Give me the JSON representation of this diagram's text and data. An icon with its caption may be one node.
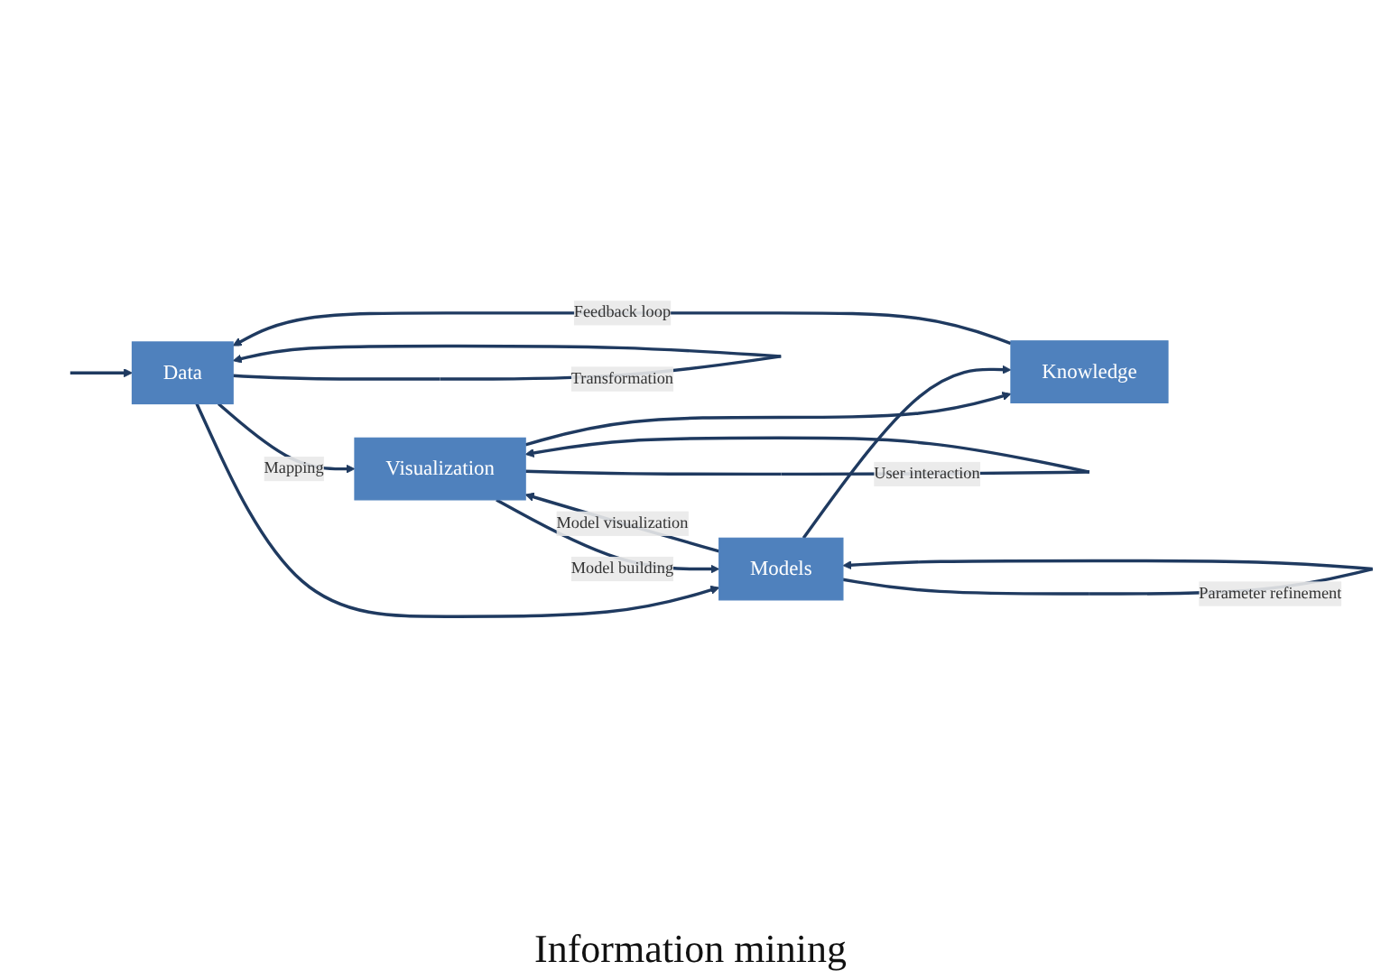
{
  "diagram": {
    "nodes": [
      {
        "text": [
          "Data"
        ]
      },
      {
        "text": [
          "Visualization"
        ]
      },
      {
        "text": [
          "Models"
        ]
      },
      {
        "text": [
          "Knowledge"
        ]
      }
    ],
    "edges": [
      {
        "from": null,
        "to": 0,
        "arrow": "to"
      },
      {
        "from": 0,
        "to": 1,
        "arrow": "to",
        "label": "Mapping"
      },
      {
        "from": 0,
        "to": 0,
        "arrow": "to",
        "label": "Transformation"
      },
      {
        "from": 1,
        "to": 1,
        "arrow": "to",
        "label": "User interaction"
      },
      {
        "from": 0,
        "to": 2,
        "arrow": "to"
      },
      {
        "from": 1,
        "to": 2,
        "arrow": "to",
        "label": "Model building"
      },
      {
        "from": 2,
        "to": 1,
        "arrow": "to",
        "label": "Model visualization"
      },
      {
        "from": 2,
        "to": 2,
        "arrow": "to",
        "label": "Parameter refinement"
      },
      {
        "from": 1,
        "to": 3,
        "arrow": "to"
      },
      {
        "from": 2,
        "to": 3,
        "arrow": "to"
      },
      {
        "from": 3,
        "to": 0,
        "arrow": "to",
        "label": "Feedback loop"
      }
    ],
    "labels": [
      "Information mining"
    ]
  }
}
